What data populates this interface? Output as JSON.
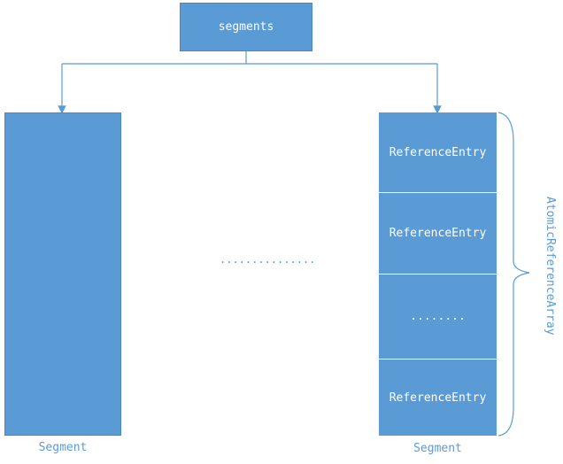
{
  "top_box": {
    "label": "segments"
  },
  "left_segment": {
    "caption": "Segment"
  },
  "right_segment": {
    "caption": "Segment",
    "cells": [
      {
        "label": "ReferenceEntry"
      },
      {
        "label": "ReferenceEntry"
      },
      {
        "label": "........"
      },
      {
        "label": "ReferenceEntry"
      }
    ]
  },
  "middle_ellipsis": "...............",
  "bracket_label": "AtomicReferenceArray",
  "colors": {
    "box_fill": "#5b9bd5",
    "line": "#5b9bd5",
    "text_on_box": "#ffffff"
  }
}
